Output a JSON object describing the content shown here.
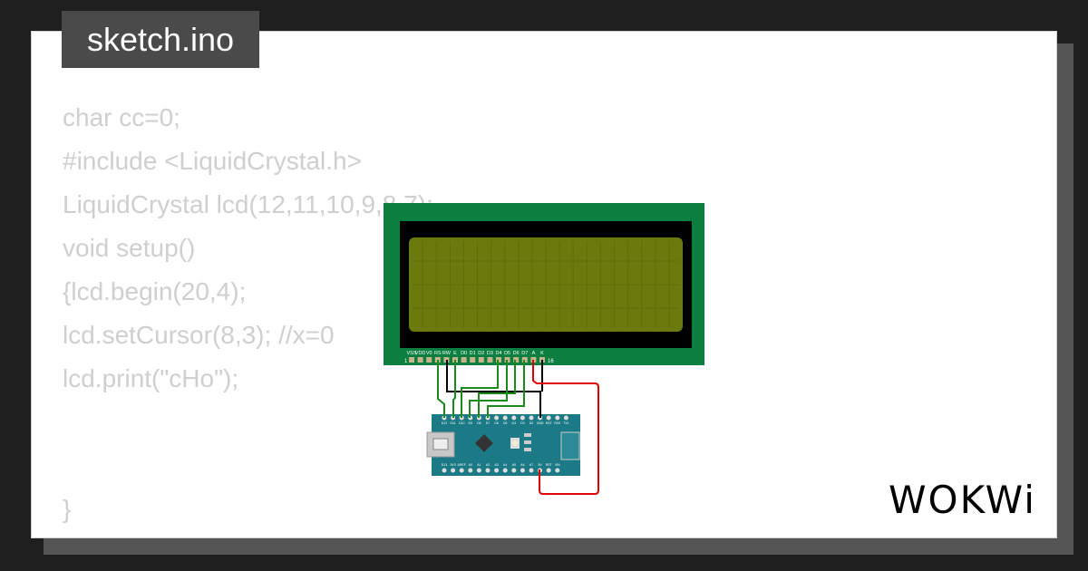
{
  "title": "sketch.ino",
  "code_lines": [
    "char cc=0;",
    "#include <LiquidCrystal.h>",
    "LiquidCrystal lcd(12,11,10,9,8,7);",
    "void setup()",
    "{lcd.begin(20,4);",
    "lcd.setCursor(8,3); //x=0",
    "lcd.print(\"cHo\");",
    "",
    "",
    "}"
  ],
  "lcd": {
    "pin_labels": [
      "VSS",
      "VDD",
      "V0",
      "RS",
      "RW",
      "E",
      "D0",
      "D1",
      "D2",
      "D3",
      "D4",
      "D5",
      "D6",
      "D7",
      "A",
      "K"
    ],
    "first_pin": "1",
    "last_pin": "16",
    "board_color": "#0b7f3f",
    "screen_color": "#6b7a0c"
  },
  "nano": {
    "top_labels": [
      "D12",
      "D11",
      "D10",
      "D9",
      "D8",
      "D7",
      "D6",
      "D5",
      "D4",
      "D3",
      "D2",
      "GND",
      "RST",
      "RX0",
      "TX1"
    ],
    "bottom_labels": [
      "D13",
      "3V3",
      "AREF",
      "A0",
      "A1",
      "A2",
      "A3",
      "A4",
      "A5",
      "A6",
      "A7",
      "5V",
      "RST",
      "VIN"
    ],
    "board_color": "#1b7a86"
  },
  "wire_colors": {
    "signal": "#1a8a1a",
    "ground": "#000000",
    "power": "#e00000"
  },
  "logo": "WOKWi"
}
